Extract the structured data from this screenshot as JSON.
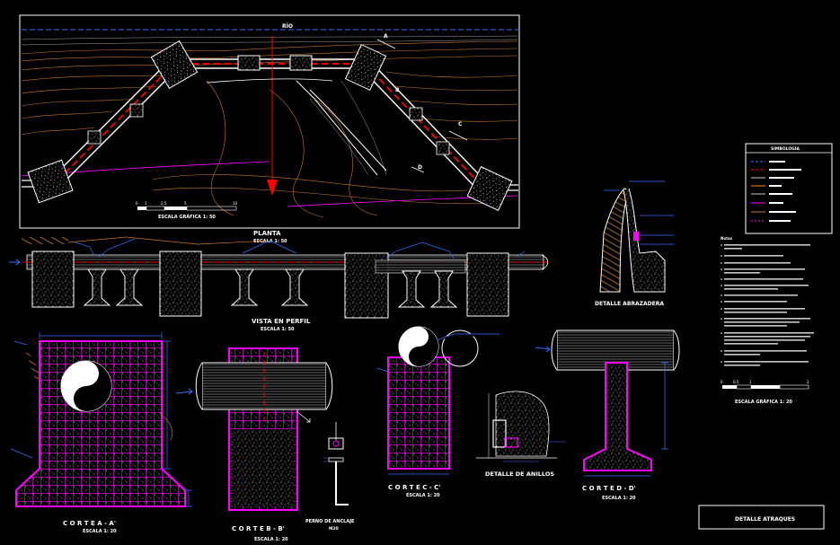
{
  "plan": {
    "river_label": "RÍO",
    "title": "PLANTA",
    "scale": "ESCALA 1: 50",
    "graphic_scale": "ESCALA GRÁFICA 1: 50",
    "scale_ticks": [
      "0",
      "1",
      "2.5",
      "5",
      "10"
    ],
    "section_marks": [
      "A",
      "B",
      "C",
      "D"
    ]
  },
  "profile": {
    "title": "VISTA EN PERFIL",
    "scale": "ESCALA 1: 50"
  },
  "details": {
    "abrazadera": "DETALLE ABRAZADERA",
    "anillos": "DETALLE DE ANILLOS",
    "perno_title": "PERNO DE ANCLAJE",
    "perno_sub": "M20"
  },
  "sections": [
    {
      "title": "C O R T E   A - A'",
      "scale": "ESCALA 1: 20"
    },
    {
      "title": "C O R T E   B - B'",
      "scale": "ESCALA 1: 20"
    },
    {
      "title": "C O R T E   C - C'",
      "scale": "ESCALA 1: 20"
    },
    {
      "title": "C O R T E   D - D'",
      "scale": "ESCALA 1: 20"
    }
  ],
  "legend": {
    "title": "SIMBOLOGÍA"
  },
  "notes": {
    "title": "Notas",
    "graphic_scale": "ESCALA GRÁFICA 1: 20",
    "scale_ticks": [
      "0",
      "0.5",
      "1",
      "2"
    ]
  },
  "title_block": {
    "label": "DETALLE ATRAQUES"
  },
  "colors": {
    "background": "#000000",
    "concrete_outline": "#ff00ff",
    "axis_red": "#ff0000",
    "contour_orange": "#c87832",
    "dimension_blue": "#3c6cff"
  }
}
